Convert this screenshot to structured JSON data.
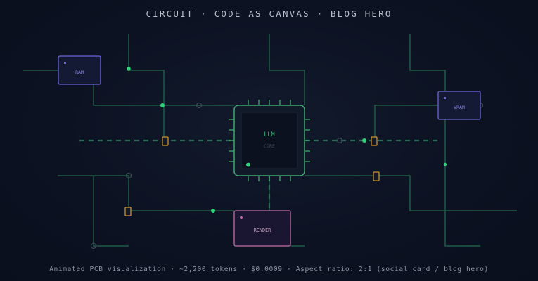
{
  "header": {
    "title": "CIRCUIT · CODE AS CANVAS · BLOG HERO"
  },
  "chips": {
    "cpu": {
      "label": "LLM",
      "sublabel": "CORE"
    },
    "ram": {
      "label": "RAM"
    },
    "vram": {
      "label": "VRAM"
    },
    "render": {
      "label": "RENDER"
    }
  },
  "footer": {
    "caption": "Animated PCB visualization · ~2,200 tokens · $0.0009 · Aspect ratio: 2:1 (social card / blog hero)"
  },
  "colors": {
    "background": "#0c1222",
    "trace": "#1f5a45",
    "node": "#34d27a",
    "cpu_border": "#3fa86e",
    "memory_border": "#6a63d6",
    "render_border": "#c46fa8",
    "resistor": "#c8922e"
  }
}
